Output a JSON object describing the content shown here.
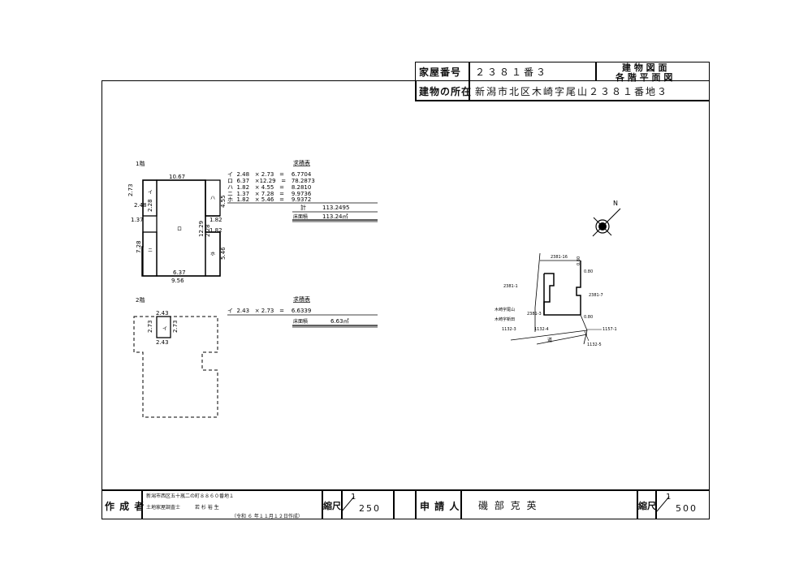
{
  "header": {
    "house_number_label": "家屋番号",
    "house_number_value": "２３８１番３",
    "location_label": "建物の所在",
    "location_value": "新潟市北区木崎字尾山２３８１番地３",
    "doc_title_1": "建 物 図 面",
    "doc_title_2": "各 階 平 面 図"
  },
  "floor1": {
    "title": "1階",
    "area_table_title": "求積表",
    "rows": [
      "イ  2.48   × 2.73   =    6.7704",
      "ロ  6.37   ×12.29   =   78.2873",
      "ハ  1.82   × 4.55   =    8.2810",
      "ニ  1.37   × 7.28   =    9.9736",
      "ホ  1.82   × 5.46   =    9.9372"
    ],
    "total_label": "計",
    "total_value": "113.2495",
    "floor_area_label": "床面積",
    "floor_area_value": "113.24㎡",
    "dims": {
      "top": "10.67",
      "left_a": "2.73",
      "left_b": "2.48",
      "v1": "2.28",
      "left_c": "1.37",
      "left_d": "7.28",
      "r1": "4.55",
      "r2": "1.82",
      "r3": "12.29",
      "r4": "2.28",
      "r5": "1.82",
      "r6": "5.46",
      "bottom_a": "6.37",
      "bottom_b": "9.56"
    },
    "labels": {
      "i": "イ",
      "ro": "ロ",
      "ha": "ハ",
      "ni": "ニ",
      "ho": "ホ"
    }
  },
  "floor2": {
    "title": "2階",
    "area_table_title": "求積表",
    "rows": [
      "イ  2.43   × 2.73   =    6.6339"
    ],
    "floor_area_label": "床面積",
    "floor_area_value": "6.63㎡",
    "dims": {
      "top": "2.43",
      "left": "2.73",
      "right": "2.73",
      "bottom": "2.43"
    },
    "label_i": "イ"
  },
  "site_map": {
    "lot_n": "2381-16",
    "lot_w": "2381-1",
    "lot_e": "2381-7",
    "lot_self": "2381-3",
    "district_1": "木崎字尾山",
    "district_2": "木崎字新田",
    "lot_s1": "1132-3",
    "lot_s2": "1132-4",
    "lot_se1": "1157-1",
    "lot_se2": "1132-5",
    "road": "道",
    "d1": "0.80",
    "d2": "0.80",
    "d3": "0.80"
  },
  "footer": {
    "author_label": "作 成 者",
    "author_address": "新潟市西区五十嵐二の町８８６０番地１",
    "author_title": "土地家屋調査士",
    "author_name": "若 杉 裕 生",
    "author_date": "（令和 ６ 年１１月１２日作成）",
    "scale_label": "縮尺",
    "scale_1_num": "1",
    "scale_1_den": "250",
    "applicant_label": "申 請 人",
    "applicant_name": "磯 部 克 英",
    "scale_2_num": "1",
    "scale_2_den": "500"
  }
}
